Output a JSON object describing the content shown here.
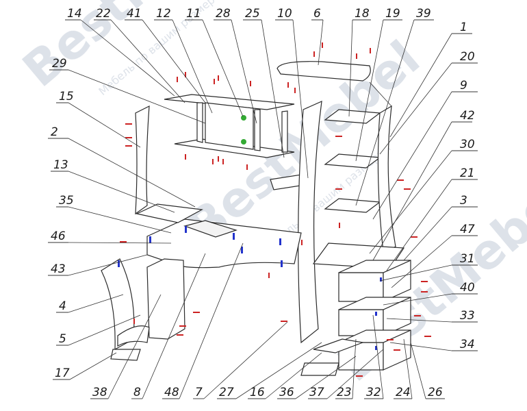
{
  "diagram": {
    "watermark": {
      "brand": "BestMebel",
      "slogan": "Мебель по вашим размерам"
    },
    "callouts": [
      "14",
      "22",
      "41",
      "12",
      "11",
      "28",
      "25",
      "10",
      "6",
      "18",
      "19",
      "39",
      "1",
      "29",
      "20",
      "15",
      "9",
      "2",
      "42",
      "30",
      "13",
      "21",
      "35",
      "3",
      "46",
      "47",
      "31",
      "43",
      "40",
      "4",
      "33",
      "5",
      "34",
      "17",
      "38",
      "8",
      "48",
      "7",
      "27",
      "16",
      "36",
      "37",
      "23",
      "32",
      "24",
      "26"
    ],
    "colors": {
      "line": "#2a2a2a",
      "hardware_red": "#cc2222",
      "hardware_blue": "#2233cc",
      "hardware_green": "#33aa33"
    }
  }
}
